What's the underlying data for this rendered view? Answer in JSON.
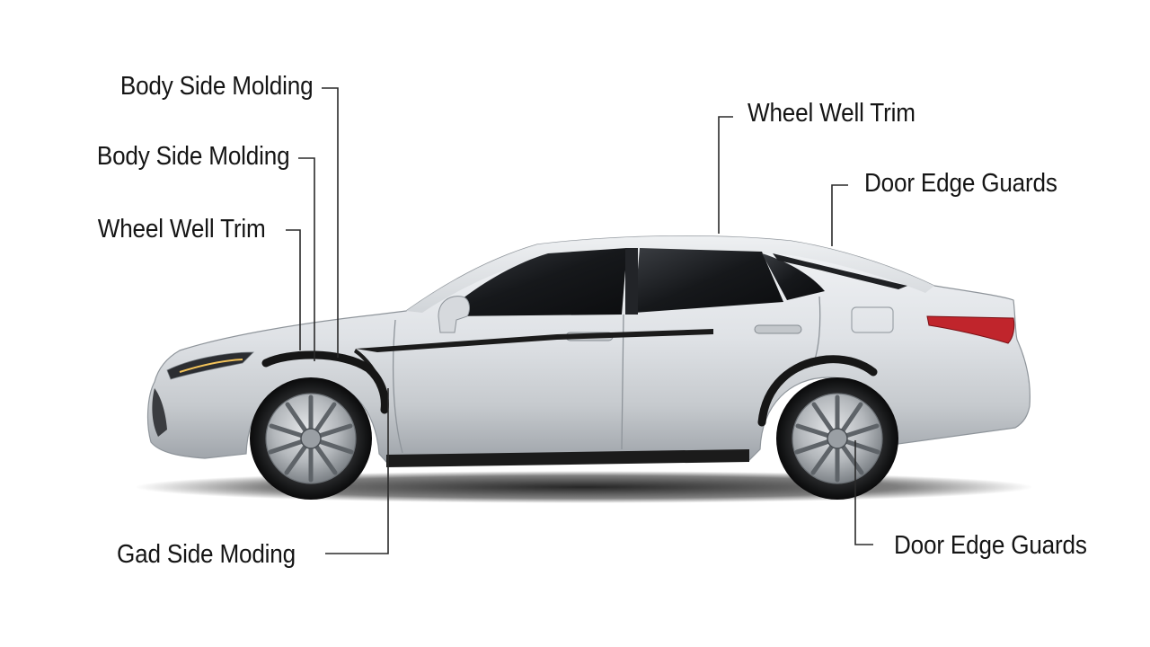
{
  "diagram": {
    "labels": {
      "left_top": "Body Side Molding",
      "left_middle": "Body Side Molding",
      "left_lower": "Wheel Well Trim",
      "bottom_left": "Gad Side Moding",
      "right_top": "Wheel Well Trim",
      "right_middle": "Door Edge Guards",
      "bottom_right": "Door Edge Guards"
    },
    "colors": {
      "car_body": "#d9dce0",
      "window_tint": "#1a1c20",
      "trim": "#1b1b1b",
      "tail_light": "#c0252c",
      "leader_line": "#2a2a2a",
      "label_text": "#151515"
    }
  }
}
